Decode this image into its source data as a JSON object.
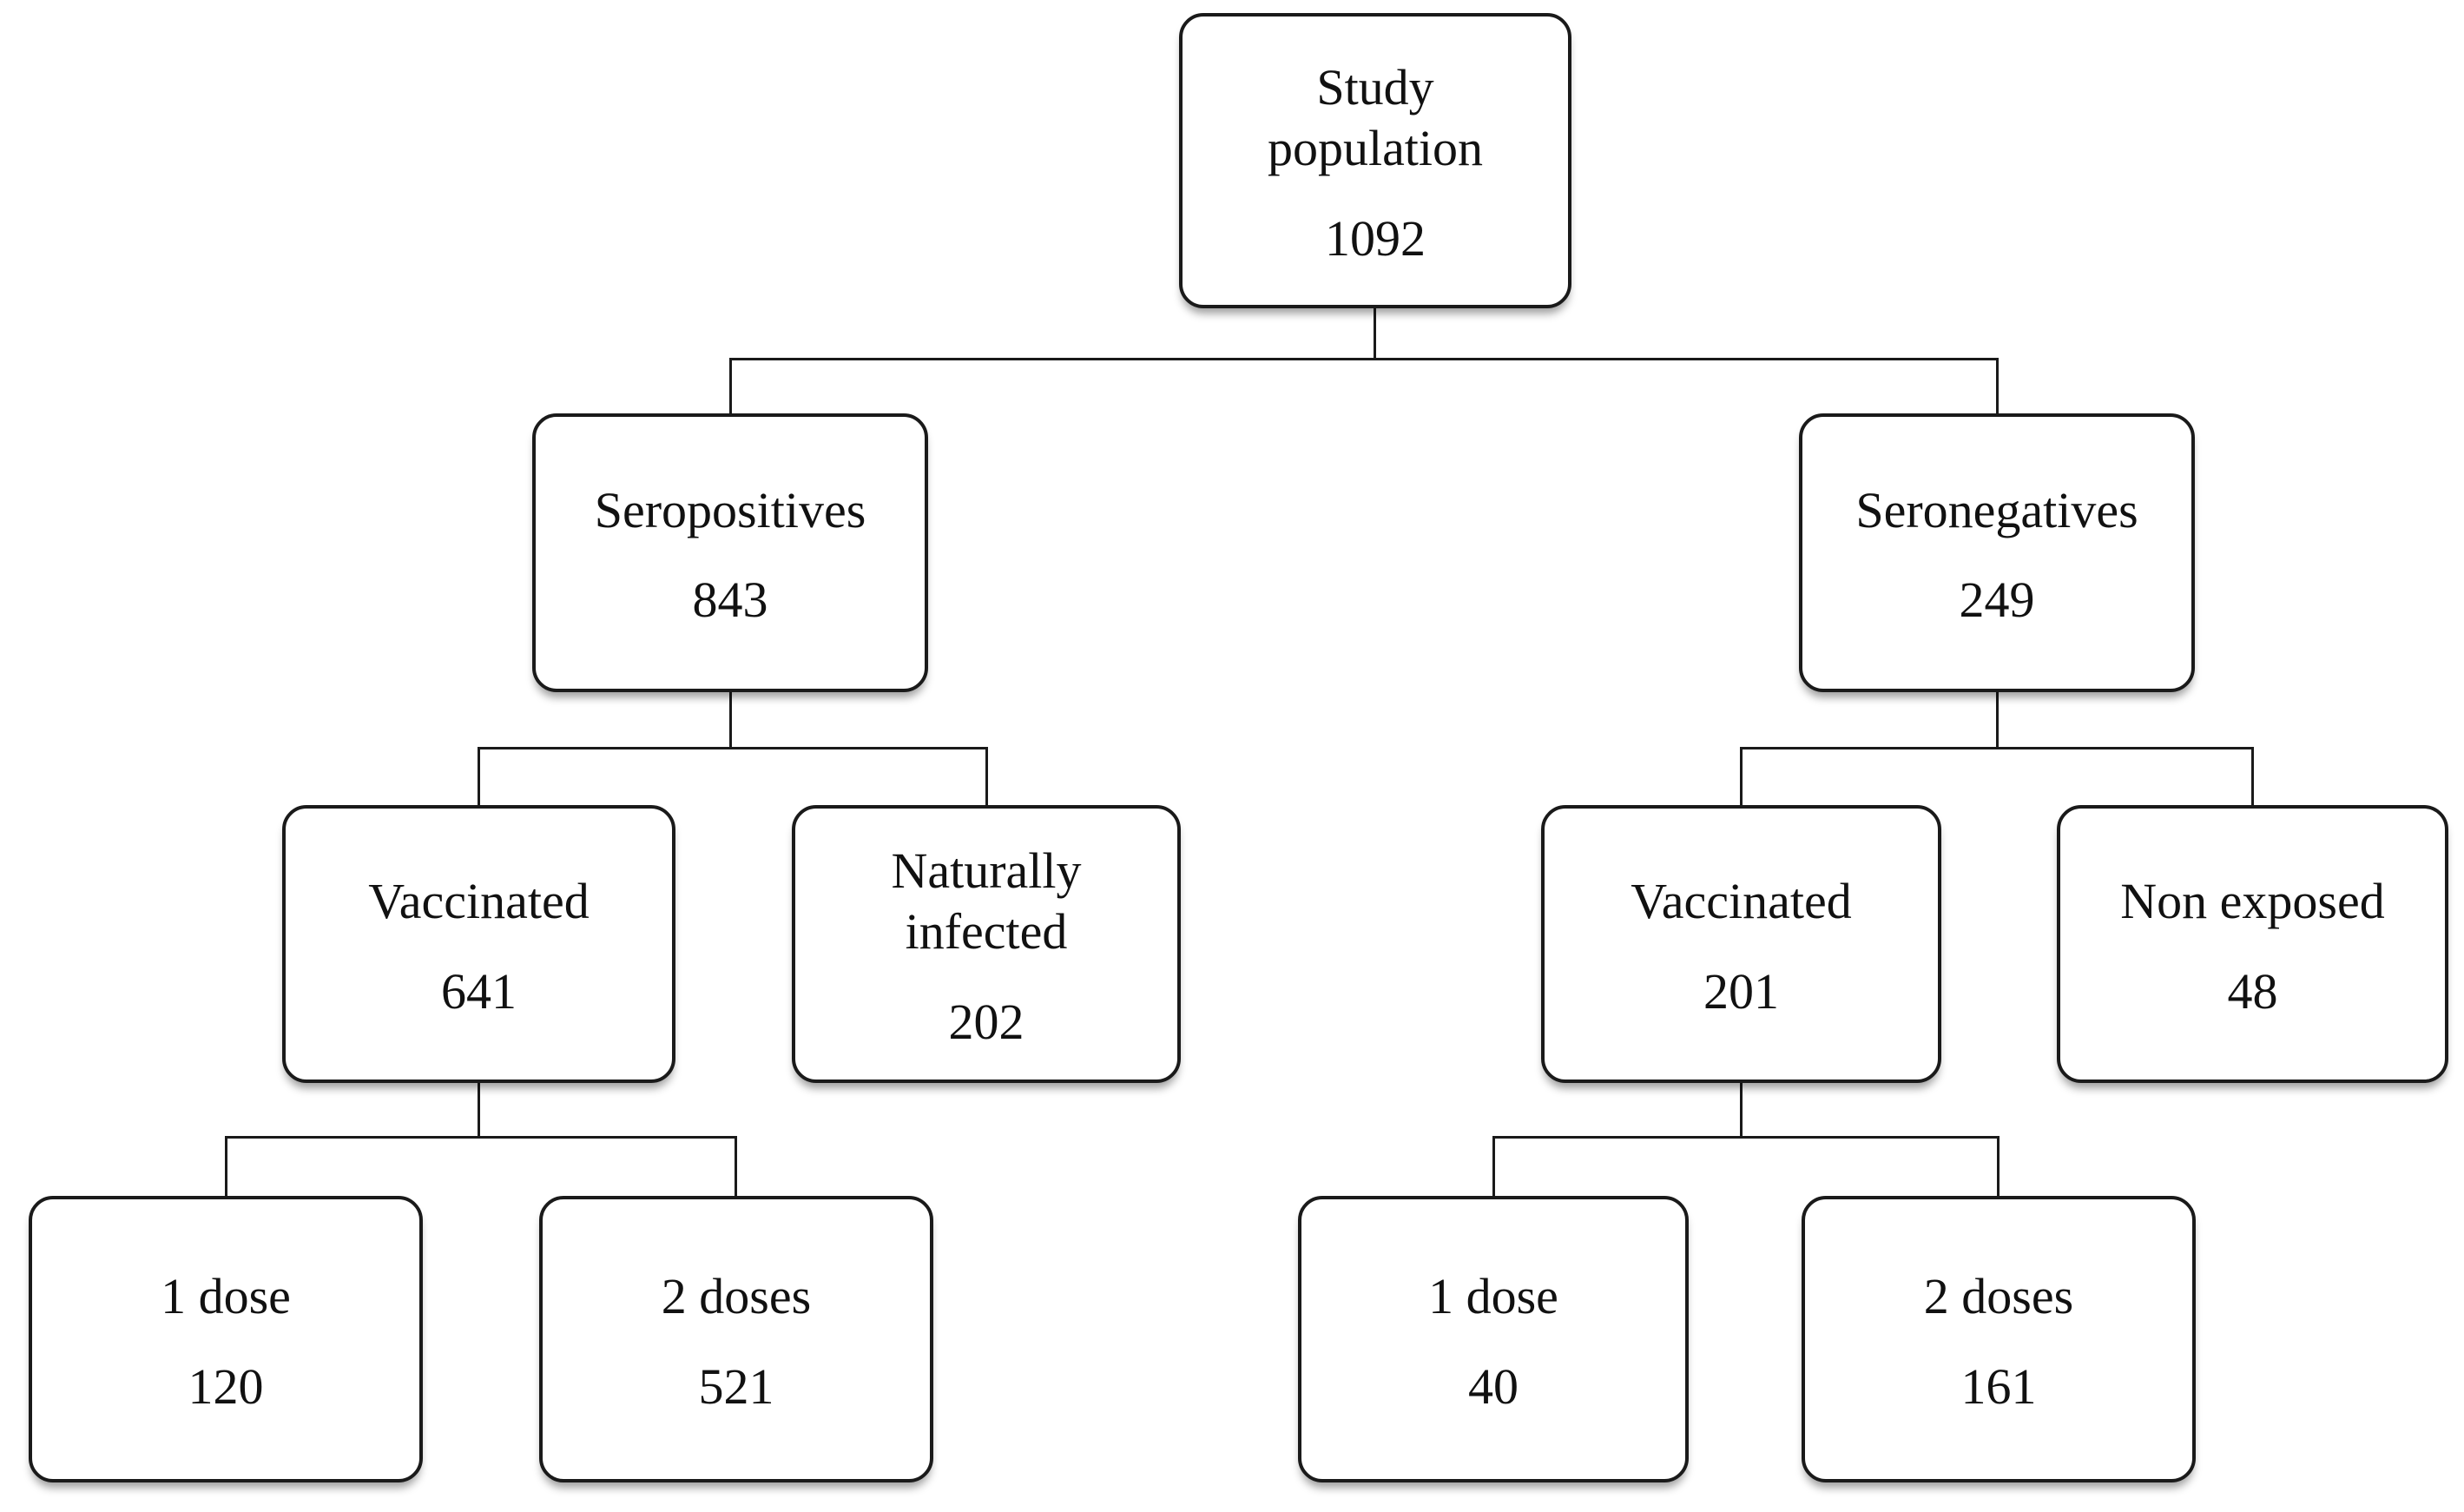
{
  "figure": {
    "type": "flowchart",
    "title": "Study population flow diagram",
    "colors": {
      "background": "#ffffff",
      "box_fill": "#ffffff",
      "box_border": "#1a1a1a",
      "text": "#111111",
      "connector": "#1a1a1a"
    },
    "nodes": [
      {
        "id": "study-population",
        "label": "Study\npopulation",
        "value": "1092"
      },
      {
        "id": "seropositives",
        "label": "Seropositives",
        "value": "843"
      },
      {
        "id": "seronegatives",
        "label": "Seronegatives",
        "value": "249"
      },
      {
        "id": "vaccinated-seropositive",
        "label": "Vaccinated",
        "value": "641"
      },
      {
        "id": "naturally-infected",
        "label": "Naturally\ninfected",
        "value": "202"
      },
      {
        "id": "vaccinated-seronegative",
        "label": "Vaccinated",
        "value": "201"
      },
      {
        "id": "non-exposed",
        "label": "Non exposed",
        "value": "48"
      },
      {
        "id": "one-dose-seropositive",
        "label": "1 dose",
        "value": "120"
      },
      {
        "id": "two-doses-seropositive",
        "label": "2 doses",
        "value": "521"
      },
      {
        "id": "one-dose-seronegative",
        "label": "1 dose",
        "value": "40"
      },
      {
        "id": "two-doses-seronegative",
        "label": "2 doses",
        "value": "161"
      }
    ],
    "edges": [
      {
        "from": "study-population",
        "to": "seropositives"
      },
      {
        "from": "study-population",
        "to": "seronegatives"
      },
      {
        "from": "seropositives",
        "to": "vaccinated-seropositive"
      },
      {
        "from": "seropositives",
        "to": "naturally-infected"
      },
      {
        "from": "seronegatives",
        "to": "vaccinated-seronegative"
      },
      {
        "from": "seronegatives",
        "to": "non-exposed"
      },
      {
        "from": "vaccinated-seropositive",
        "to": "one-dose-seropositive"
      },
      {
        "from": "vaccinated-seropositive",
        "to": "two-doses-seropositive"
      },
      {
        "from": "vaccinated-seronegative",
        "to": "one-dose-seronegative"
      },
      {
        "from": "vaccinated-seronegative",
        "to": "two-doses-seronegative"
      }
    ]
  }
}
